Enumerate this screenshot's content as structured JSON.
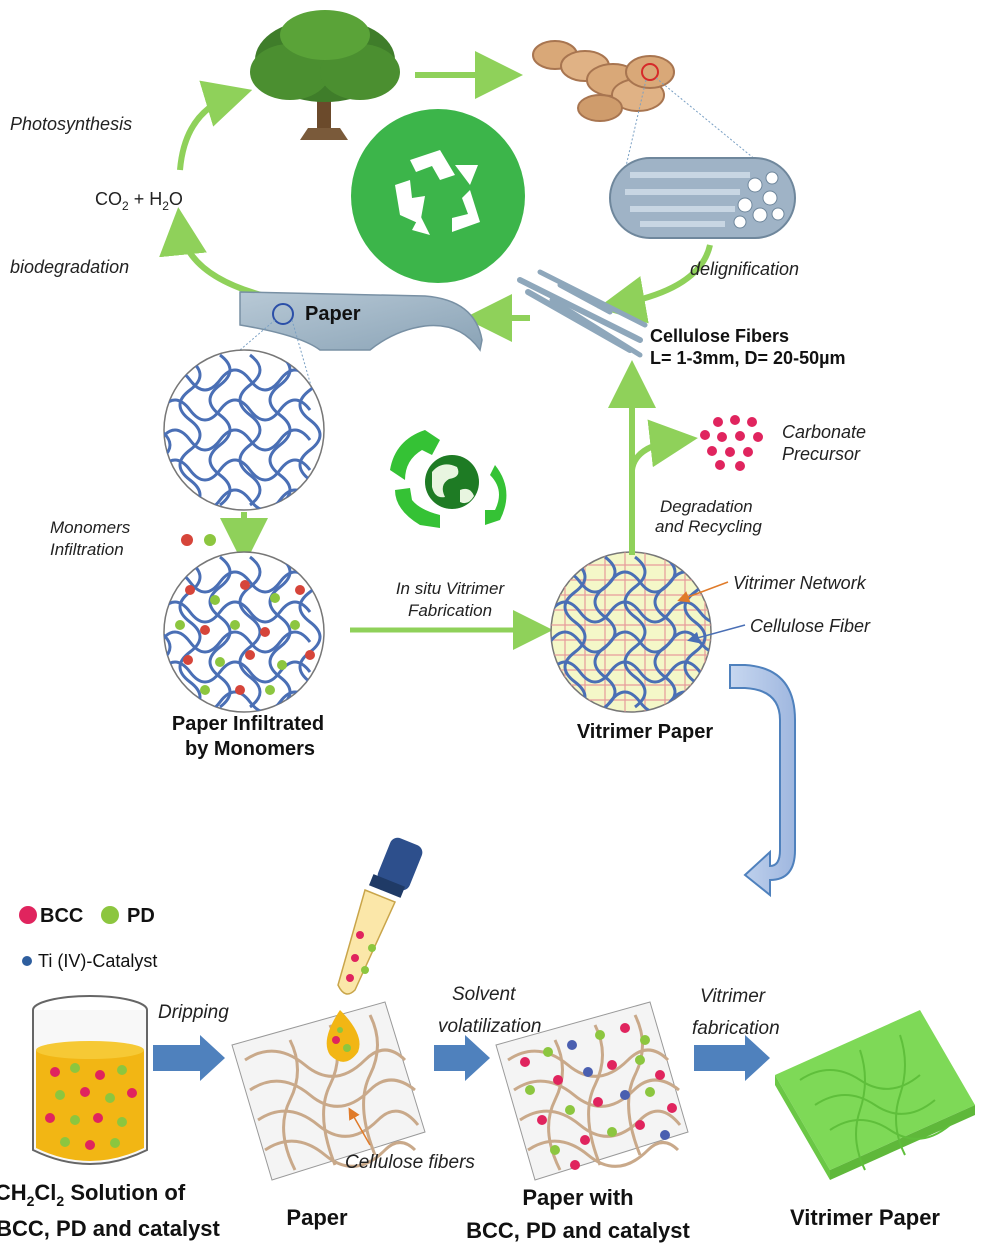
{
  "top": {
    "photosynthesis": "Photosynthesis",
    "co2_part1": "CO",
    "co2_sub": "2",
    "co2_part2": " + H",
    "h2o_sub": "2",
    "co2_part3": "O",
    "biodegradation": "biodegradation",
    "delignification": "delignification",
    "paper_label": "Paper",
    "cellulose_fibers_title": "Cellulose Fibers",
    "cellulose_fibers_dims": "L= 1-3mm, D= 20-50µm"
  },
  "middle": {
    "monomers_infiltration_line1": "Monomers",
    "monomers_infiltration_line2": "Infiltration",
    "paper_infiltrated_line1": "Paper Infiltrated",
    "paper_infiltrated_line2": "by Monomers",
    "in_situ_line1": "In situ Vitrimer",
    "in_situ_line2": "Fabrication",
    "vitrimer_network": "Vitrimer Network",
    "cellulose_fiber": "Cellulose Fiber",
    "vitrimer_paper": "Vitrimer Paper",
    "degradation_line1": "Degradation",
    "degradation_line2": "and Recycling",
    "carbonate_line1": "Carbonate",
    "carbonate_line2": "Precursor"
  },
  "bottom": {
    "legend_bcc": "BCC",
    "legend_pd": "PD",
    "legend_ti": "Ti (IV)-Catalyst",
    "dripping": "Dripping",
    "solvent_line1": "Solvent",
    "solvent_line2": "volatilization",
    "vitrimer_fab_line1": "Vitrimer",
    "vitrimer_fab_line2": "fabrication",
    "cellulose_fibers": "Cellulose fibers",
    "solution_line1_a": "CH",
    "solution_line1_sub1": "2",
    "solution_line1_b": "Cl",
    "solution_line1_sub2": "2",
    "solution_line1_c": " Solution of",
    "solution_line2": "BCC, PD and catalyst",
    "paper_caption": "Paper",
    "paper_with_line1": "Paper with",
    "paper_with_line2": "BCC, PD and catalyst",
    "vitrimer_paper_caption": "Vitrimer Paper"
  },
  "colors": {
    "green_arrow": "#8fd15a",
    "blue_arrow": "#4f81bd",
    "bcc": "#e0245e",
    "pd": "#8cc63f",
    "catalyst": "#2e5e9e",
    "fiber_blue": "#4a6fb5",
    "fiber_tan": "#c9a98a",
    "vitrimer_green": "#7ed957"
  }
}
